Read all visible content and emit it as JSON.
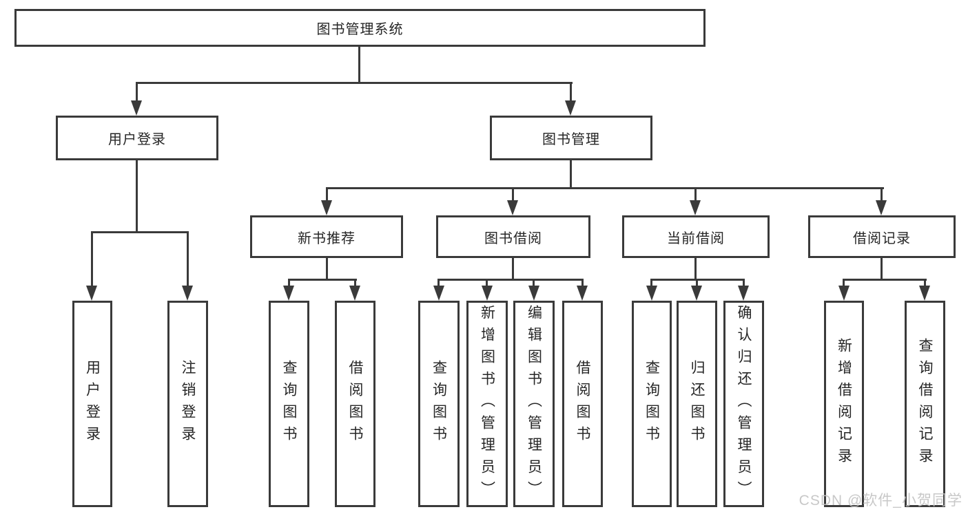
{
  "diagram_type": "hierarchy-tree",
  "colors": {
    "line": "#3a3a3a",
    "box_border": "#3a3a3a",
    "text": "#262626",
    "background": "#ffffff",
    "watermark": "#c3c3c3"
  },
  "tree": {
    "root": {
      "label": "图书管理系统"
    },
    "branches": [
      {
        "label": "用户登录",
        "children": [
          {
            "label": "用户登录"
          },
          {
            "label": "注销登录"
          }
        ]
      },
      {
        "label": "图书管理",
        "children": [
          {
            "label": "新书推荐",
            "children": [
              {
                "label": "查询图书"
              },
              {
                "label": "借阅图书"
              }
            ]
          },
          {
            "label": "图书借阅",
            "children": [
              {
                "label": "查询图书"
              },
              {
                "label": "新增图书（管理员）"
              },
              {
                "label": "编辑图书（管理员）"
              },
              {
                "label": "借阅图书"
              }
            ]
          },
          {
            "label": "当前借阅",
            "children": [
              {
                "label": "查询图书"
              },
              {
                "label": "归还图书"
              },
              {
                "label": "确认归还（管理员）"
              }
            ]
          },
          {
            "label": "借阅记录",
            "children": [
              {
                "label": "新增借阅记录"
              },
              {
                "label": "查询借阅记录"
              }
            ]
          }
        ]
      }
    ]
  },
  "watermark": {
    "text": "CSDN @软件_小贺同学"
  }
}
